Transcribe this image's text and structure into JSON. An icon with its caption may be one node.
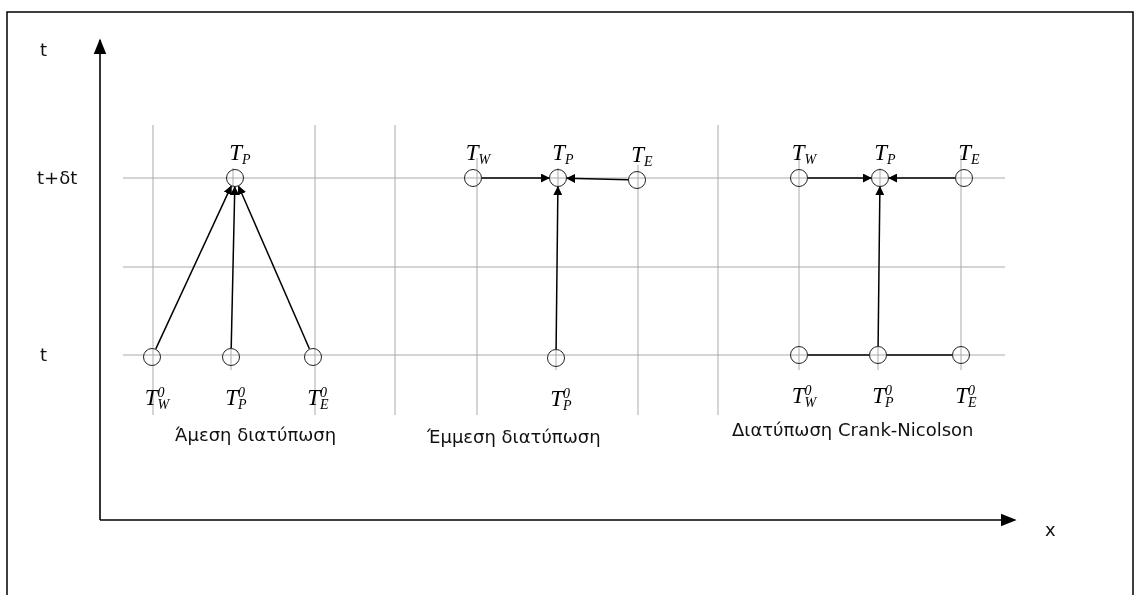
{
  "diagram": {
    "nodes": [
      {
        "text": [],
        "shape": "circle",
        "beside": [
          "T$_{P}$"
        ]
      },
      {
        "text": [],
        "shape": "circle",
        "beside": [
          "T$^{0}$$_{W}$"
        ]
      },
      {
        "text": [],
        "shape": "circle",
        "beside": [
          "T$^{0}$$_{P}$"
        ]
      },
      {
        "text": [],
        "shape": "circle",
        "beside": [
          "T$^{0}$$_{E}$"
        ]
      },
      {
        "text": [],
        "shape": "circle",
        "beside": [
          "T$_{W}$"
        ]
      },
      {
        "text": [],
        "shape": "circle",
        "beside": [
          "T$_{P}$"
        ]
      },
      {
        "text": [],
        "shape": "circle",
        "beside": [
          "T$_{E}$"
        ]
      },
      {
        "text": [],
        "shape": "circle",
        "beside": [
          "T$^{0}$$_{P}$"
        ]
      },
      {
        "text": [],
        "shape": "circle",
        "beside": [
          "T$_{W}$"
        ]
      },
      {
        "text": [],
        "shape": "circle",
        "beside": [
          "T$_{P}$"
        ]
      },
      {
        "text": [],
        "shape": "circle",
        "beside": [
          "T$_{E}$"
        ]
      },
      {
        "text": [],
        "shape": "circle",
        "beside": [
          "T$^{0}$$_{W}$"
        ]
      },
      {
        "text": [],
        "shape": "circle",
        "beside": [
          "T$^{0}$$_{P}$"
        ]
      },
      {
        "text": [],
        "shape": "circle",
        "beside": [
          "T$^{0}$$_{E}$"
        ]
      }
    ],
    "edges": [
      {
        "from": 1,
        "to": 0,
        "arrow": "to"
      },
      {
        "from": 2,
        "to": 0,
        "arrow": "to"
      },
      {
        "from": 3,
        "to": 0,
        "arrow": "to"
      },
      {
        "from": 4,
        "to": 5,
        "arrow": "to"
      },
      {
        "from": 6,
        "to": 5,
        "arrow": "to"
      },
      {
        "from": 7,
        "to": 5,
        "arrow": "to"
      },
      {
        "from": 8,
        "to": 9,
        "arrow": "to"
      },
      {
        "from": 10,
        "to": 9,
        "arrow": "to"
      },
      {
        "from": 12,
        "to": 9,
        "arrow": "to"
      },
      {
        "from": 11,
        "to": 12,
        "arrow": "none"
      },
      {
        "from": 12,
        "to": 13,
        "arrow": "none"
      }
    ],
    "labels": [
      "t",
      "t+δt",
      "t",
      "Άμεση διατύπωση",
      "Έμμεση διατύπωση",
      "Διατύπωση Crank-Nicolson",
      "x"
    ]
  }
}
